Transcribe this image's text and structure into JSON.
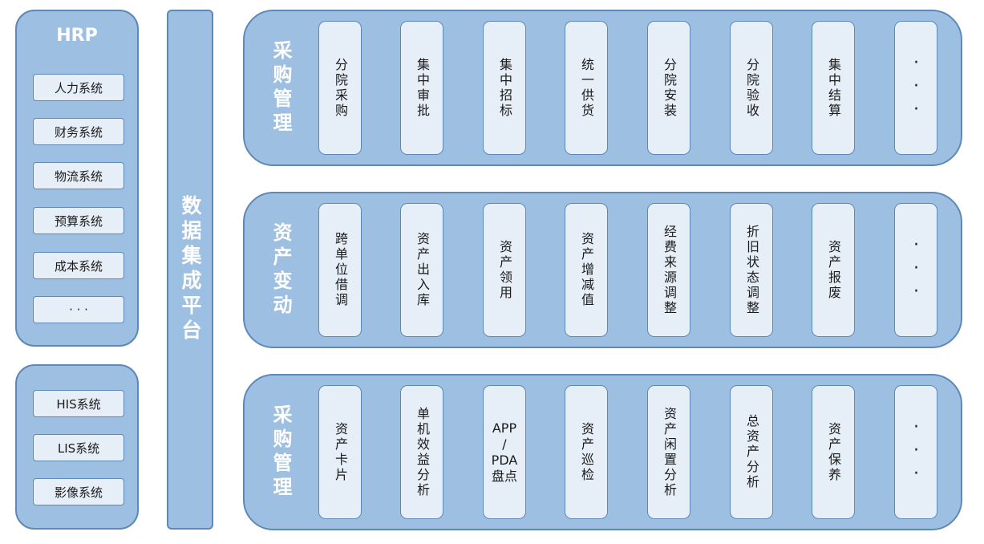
{
  "hrp": {
    "title": "HRP",
    "items": [
      "人力系统",
      "财务系统",
      "物流系统",
      "预算系统",
      "成本系统",
      "· · ·"
    ]
  },
  "other_systems": [
    "HIS系统",
    "LIS系统",
    "影像系统"
  ],
  "platform_label": "数据集成平台",
  "rows": [
    {
      "title": "采购管理",
      "modules": [
        "分院采购",
        "集中审批",
        "集中招标",
        "统一供货",
        "分院安装",
        "分院验收",
        "集中结算",
        "···"
      ]
    },
    {
      "title": "资产变动",
      "modules": [
        "跨单位借调",
        "资产出入库",
        "资产领用",
        "资产增减值",
        "经费来源调整",
        "折旧状态调整",
        "资产报废",
        "···"
      ]
    },
    {
      "title": "采购管理",
      "modules": [
        "资产卡片",
        "单机效益分析",
        "APP/PDA盘点",
        "资产巡检",
        "资产闲置分析",
        "总资产分析",
        "资产保养",
        "···"
      ]
    }
  ]
}
